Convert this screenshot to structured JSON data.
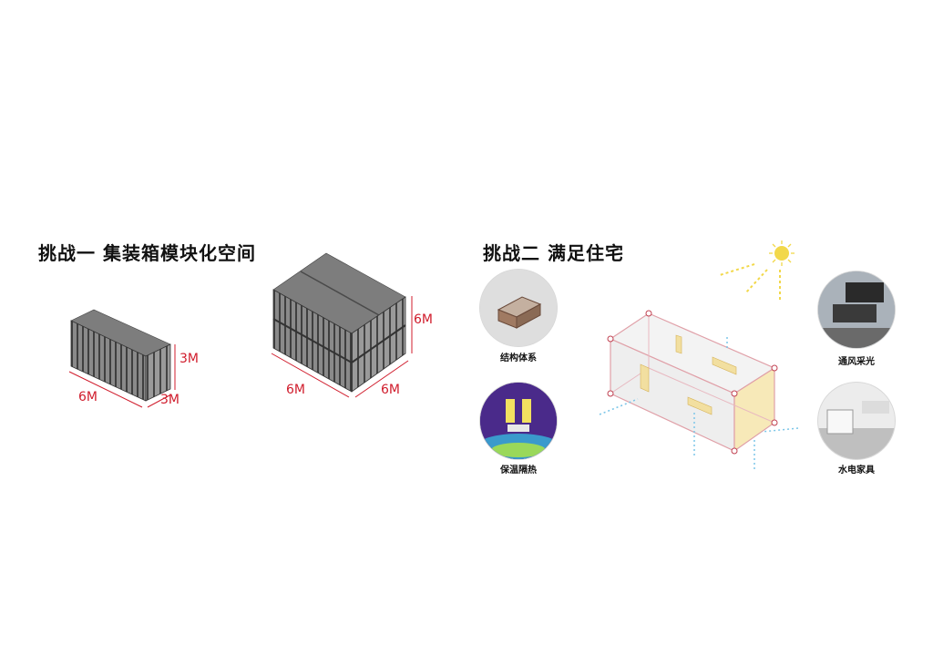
{
  "challenge_one": {
    "title": "挑战一  集装箱模块化空间",
    "small_container": {
      "height": "3M",
      "length": "6M",
      "width": "3M"
    },
    "large_container": {
      "height": "6M",
      "length": "6M",
      "width": "6M"
    }
  },
  "challenge_two": {
    "title": "挑战二  满足住宅",
    "features": [
      {
        "label": "结构体系",
        "icon": "structure-photo"
      },
      {
        "label": "保温隔热",
        "icon": "thermal-image"
      },
      {
        "label": "通风采光",
        "icon": "building-photo"
      },
      {
        "label": "水电家具",
        "icon": "interior-photo"
      }
    ]
  },
  "colors": {
    "dimension": "#d01c2c",
    "container": "#6b6b6b",
    "light": "#f2d84a",
    "air": "#7cc6e8"
  }
}
